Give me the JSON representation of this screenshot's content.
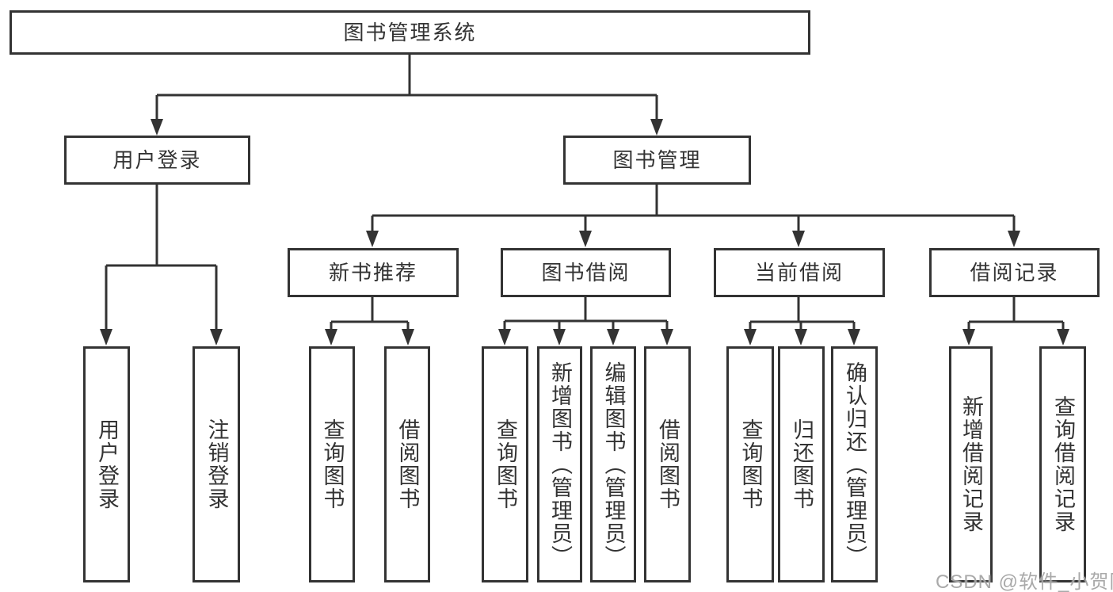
{
  "colors": {
    "line": "#333333",
    "box_border": "#333333",
    "text": "#333333",
    "background": "#ffffff",
    "watermark_text": "#a2a2a2"
  },
  "diagram": {
    "title": "图书管理系统",
    "level2": {
      "user_login": "用户登录",
      "book_management": "图书管理"
    },
    "level3": {
      "new_book_recommend": "新书推荐",
      "book_borrow": "图书借阅",
      "current_borrow": "当前借阅",
      "borrow_records": "借阅记录"
    },
    "level4": {
      "user_login": "用户登录",
      "logout": "注销登录",
      "nb_query_book": "查询图书",
      "nb_borrow_book": "借阅图书",
      "bb_query_book": "查询图书",
      "bb_add_book": "新增图书（管理员）",
      "bb_edit_book": "编辑图书（管理员）",
      "bb_borrow_book": "借阅图书",
      "cb_query_book": "查询图书",
      "cb_return_book": "归还图书",
      "cb_confirm_return": "确认归还（管理员）",
      "br_add_record": "新增借阅记录",
      "br_query_record": "查询借阅记录"
    }
  },
  "watermark": "CSDN @软件_小贺同学"
}
